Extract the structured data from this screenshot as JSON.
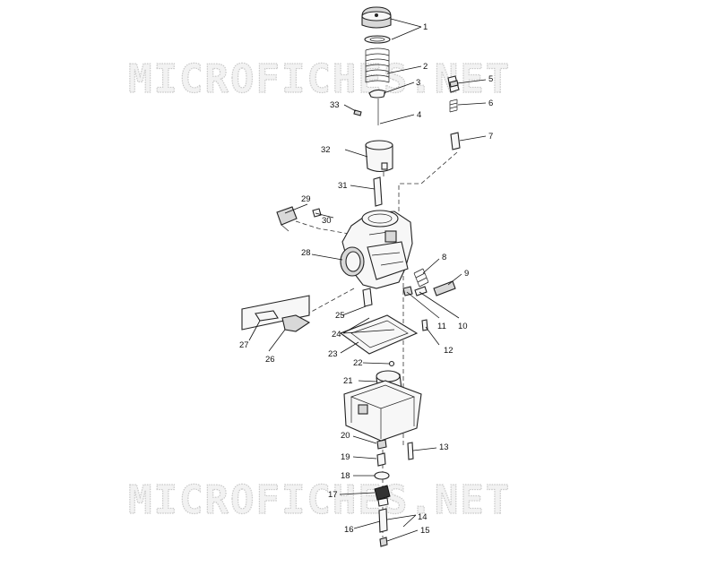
{
  "watermark": {
    "top": "MICROFICHES.NET",
    "bottom": "MICROFICHES.NET"
  },
  "callouts": {
    "c1": "1",
    "c2": "2",
    "c3": "3",
    "c4": "4",
    "c5": "5",
    "c6": "6",
    "c7": "7",
    "c8": "8",
    "c9": "9",
    "c10": "10",
    "c11": "11",
    "c12": "12",
    "c13": "13",
    "c14": "14",
    "c15": "15",
    "c16": "16",
    "c17": "17",
    "c18": "18",
    "c19": "19",
    "c20": "20",
    "c21": "21",
    "c22": "22",
    "c23": "23",
    "c24": "24",
    "c25": "25",
    "c26": "26",
    "c27": "27",
    "c28": "28",
    "c29": "29",
    "c30": "30",
    "c31": "31",
    "c32": "32",
    "c33": "33"
  }
}
